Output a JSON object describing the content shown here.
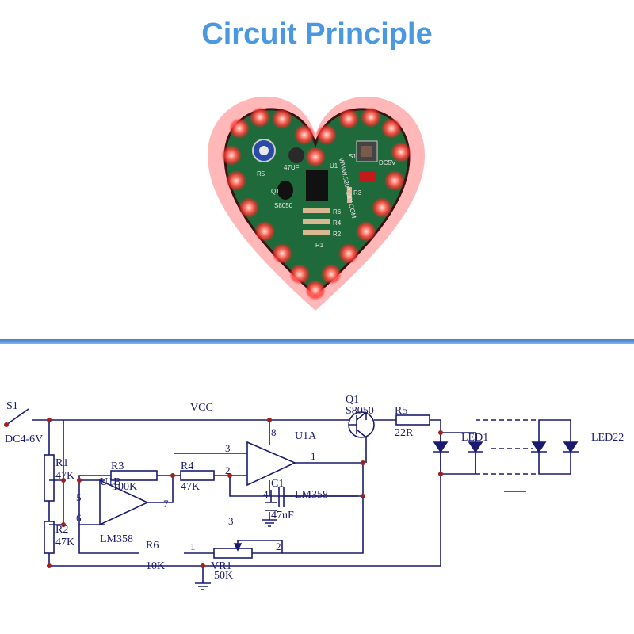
{
  "title": "Circuit Principle",
  "board": {
    "labels": [
      "47UF",
      "U1",
      "S1",
      "DC5V",
      "Q1",
      "S8050",
      "R6",
      "R4",
      "R3",
      "R2",
      "R1",
      "R5",
      "WWW.5202.DIY.COM"
    ]
  },
  "schematic": {
    "s1": "S1",
    "power": "DC4-6V",
    "vcc": "VCC",
    "q1": "Q1",
    "q1_type": "S8050",
    "r5": "R5",
    "r5_val": "22R",
    "u1a": "U1A",
    "u1b": "U1B",
    "ic_a": "LM358",
    "ic_b": "LM358",
    "r1": "R1",
    "r1_val": "47K",
    "r2": "R2",
    "r2_val": "47K",
    "r3": "R3",
    "r3_val": "100K",
    "r4": "R4",
    "r4_val": "47K",
    "r6": "R6",
    "r6_val": "10K",
    "c1": "C1",
    "c1_val": "47uF",
    "vr1": "VR1",
    "vr1_val": "50K",
    "led_first": "LED1",
    "led_last": "LED22",
    "pins": {
      "p1": "1",
      "p2": "2",
      "p3": "3",
      "p8": "8",
      "p4": "4",
      "p5": "5",
      "p6": "6",
      "p7": "7",
      "vr1_p1": "1",
      "vr1_p2": "2",
      "vr1_p3": "3"
    }
  }
}
